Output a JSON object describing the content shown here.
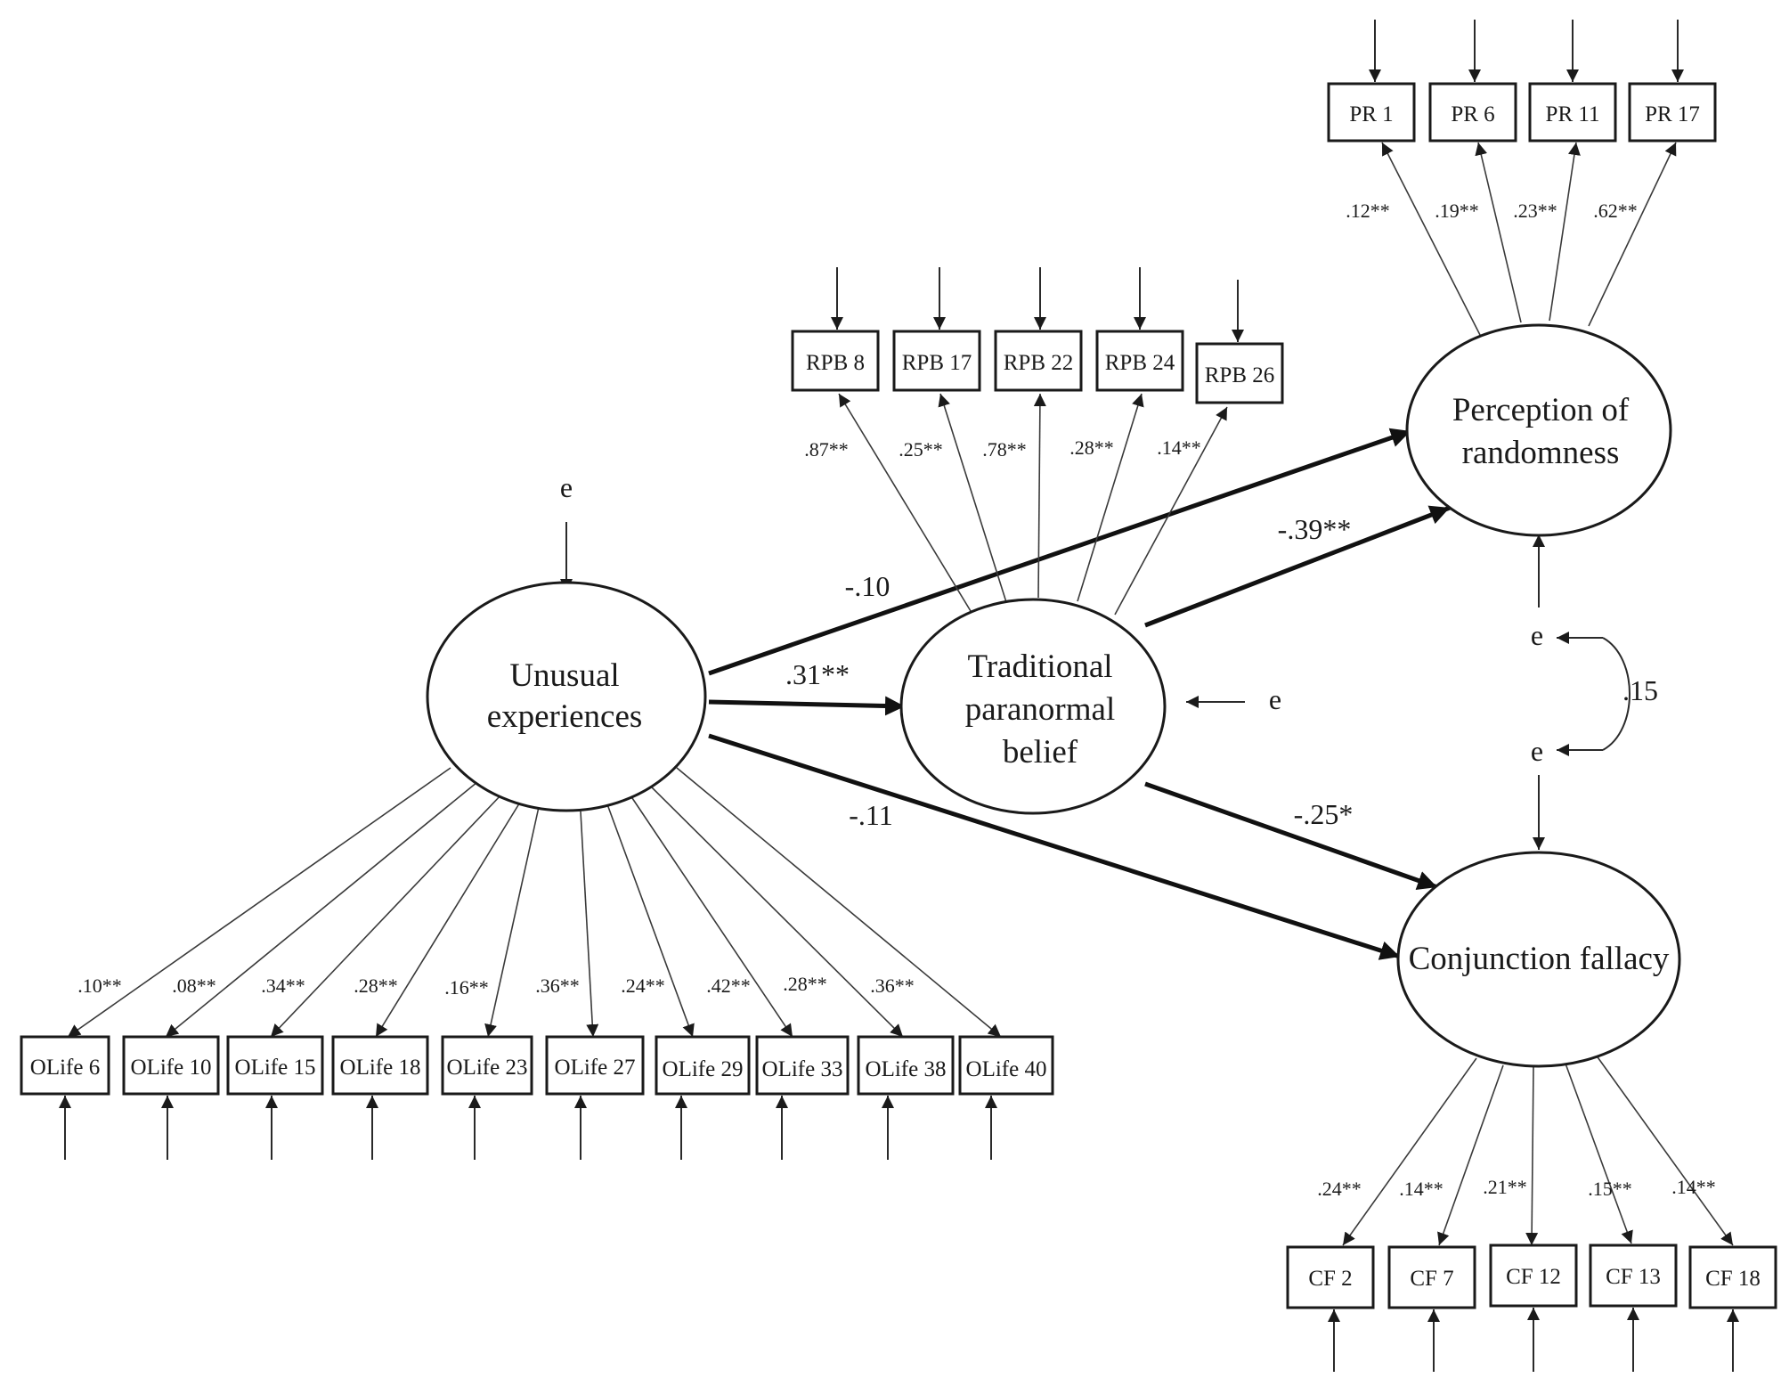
{
  "latents": {
    "ue": {
      "line1": "Unusual",
      "line2": "experiences"
    },
    "tpb": {
      "line1": "Traditional",
      "line2": "paranormal",
      "line3": "belief"
    },
    "pr": {
      "line1": "Perception of",
      "line2": "randomness"
    },
    "cf": {
      "line1": "Conjunction fallacy"
    }
  },
  "indicators": {
    "olife": [
      {
        "label": "OLife 6",
        "loading": ".10**"
      },
      {
        "label": "OLife 10",
        "loading": ".08**"
      },
      {
        "label": "OLife 15",
        "loading": ".34**"
      },
      {
        "label": "OLife 18",
        "loading": ".28**"
      },
      {
        "label": "OLife 23",
        "loading": ".16**"
      },
      {
        "label": "OLife 27",
        "loading": ".36**"
      },
      {
        "label": "OLife 29",
        "loading": ".24**"
      },
      {
        "label": "OLife 33",
        "loading": ".42**"
      },
      {
        "label": "OLife 38",
        "loading": ".28**"
      },
      {
        "label": "OLife 40",
        "loading": ".36**"
      }
    ],
    "rpb": [
      {
        "label": "RPB 8",
        "loading": ".87**"
      },
      {
        "label": "RPB 17",
        "loading": ".25**"
      },
      {
        "label": "RPB 22",
        "loading": ".78**"
      },
      {
        "label": "RPB 24",
        "loading": ".28**"
      },
      {
        "label": "RPB 26",
        "loading": ".14**"
      }
    ],
    "pr": [
      {
        "label": "PR 1",
        "loading": ".12**"
      },
      {
        "label": "PR 6",
        "loading": ".19**"
      },
      {
        "label": "PR 11",
        "loading": ".23**"
      },
      {
        "label": "PR 17",
        "loading": ".62**"
      }
    ],
    "cf": [
      {
        "label": "CF 2",
        "loading": ".24**"
      },
      {
        "label": "CF 7",
        "loading": ".14**"
      },
      {
        "label": "CF 12",
        "loading": ".21**"
      },
      {
        "label": "CF 13",
        "loading": ".15**"
      },
      {
        "label": "CF 18",
        "loading": ".14**"
      }
    ]
  },
  "paths": {
    "ue_pr": "-.10",
    "ue_tpb": ".31**",
    "ue_cf": "-.11",
    "tpb_pr": "-.39**",
    "tpb_cf": "-.25*"
  },
  "covariance": ".15",
  "error_label": "e"
}
